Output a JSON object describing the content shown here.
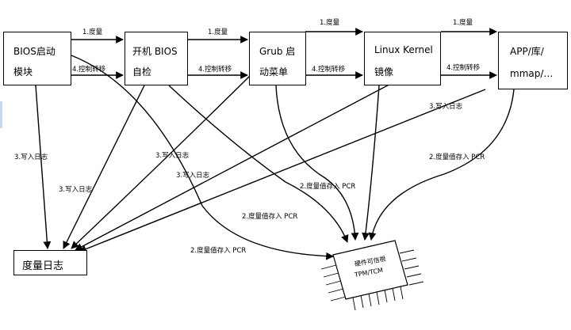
{
  "boxes": {
    "bios": {
      "line1": "BIOS启动",
      "line2": "模块"
    },
    "boot": {
      "line1": "开机 BIOS",
      "line2": "自检"
    },
    "grub": {
      "line1": "Grub 启",
      "line2": "动菜单"
    },
    "kernel": {
      "line1": "Linux Kernel",
      "line2": "镜像"
    },
    "app": {
      "line1": "APP/库/",
      "line2": "mmap/…"
    },
    "log": {
      "line1": "度量日志"
    }
  },
  "chip": {
    "line1": "硬件可信根",
    "line2": "TPM/TCM"
  },
  "labels": {
    "measure": "1.度量",
    "control": "4.控制转移",
    "write_log": "3.写入日志",
    "store_pcr": "2.度量值存入 PCR"
  }
}
